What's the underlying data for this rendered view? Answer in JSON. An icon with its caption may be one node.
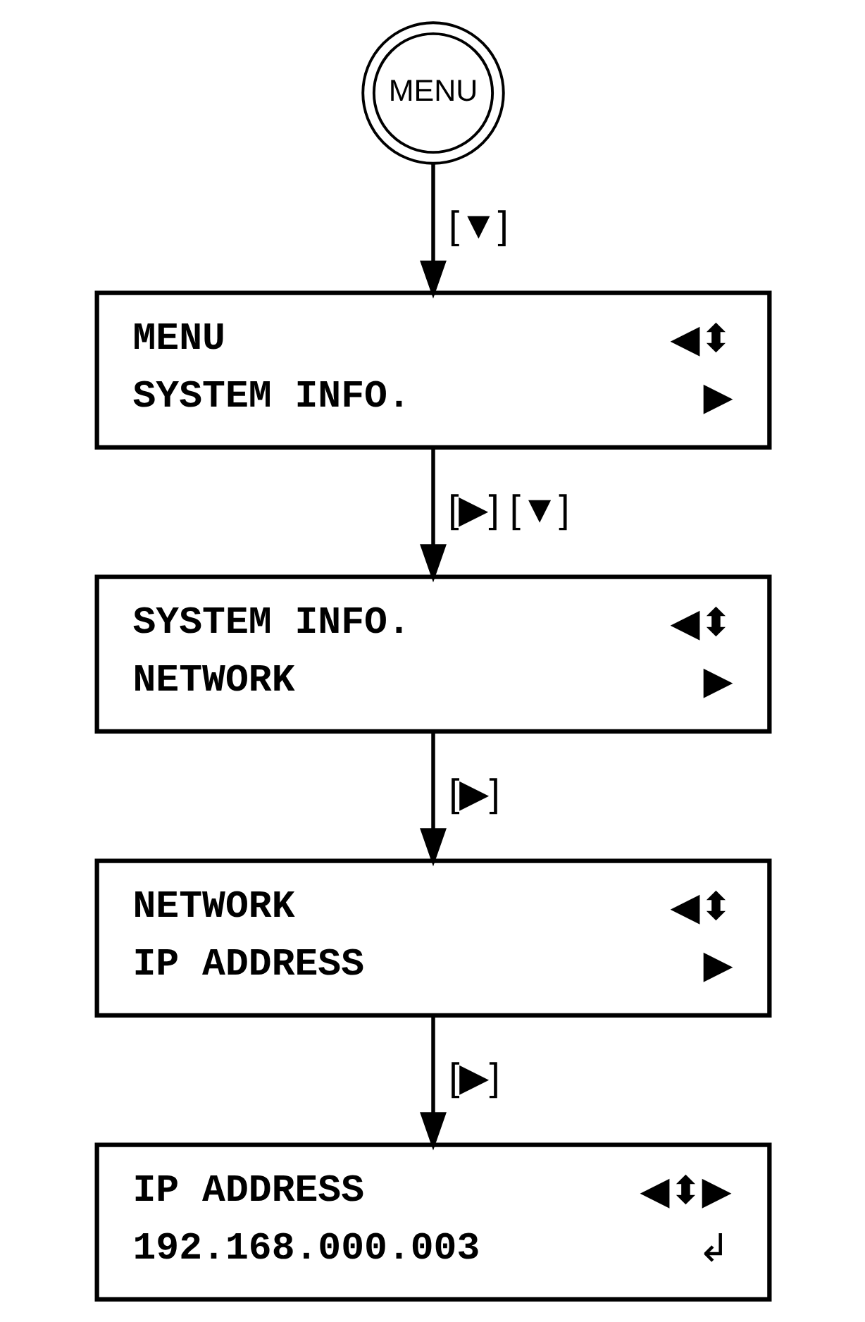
{
  "diagram": {
    "nodes": [
      {
        "text": [
          "MENU"
        ]
      },
      {
        "text": [
          "MENU",
          "◀⬍",
          "SYSTEM INFO.",
          "▶"
        ]
      },
      {
        "text": [
          "SYSTEM INFO.",
          "◀⬍",
          "NETWORK",
          "▶"
        ]
      },
      {
        "text": [
          "NETWORK",
          "◀⬍",
          "IP ADDRESS",
          "▶"
        ]
      },
      {
        "text": [
          "IP ADDRESS",
          "◀⬍▶",
          "192.168.000.003",
          "↲"
        ]
      }
    ],
    "edges": [
      {
        "from": 0,
        "to": 1,
        "arrow": "to",
        "label": "[▼]"
      },
      {
        "from": 1,
        "to": 2,
        "arrow": "to",
        "label": "[▶] [▼]"
      },
      {
        "from": 2,
        "to": 3,
        "arrow": "to",
        "label": "[▶]"
      },
      {
        "from": 3,
        "to": 4,
        "arrow": "to",
        "label": "[▶]"
      }
    ]
  }
}
